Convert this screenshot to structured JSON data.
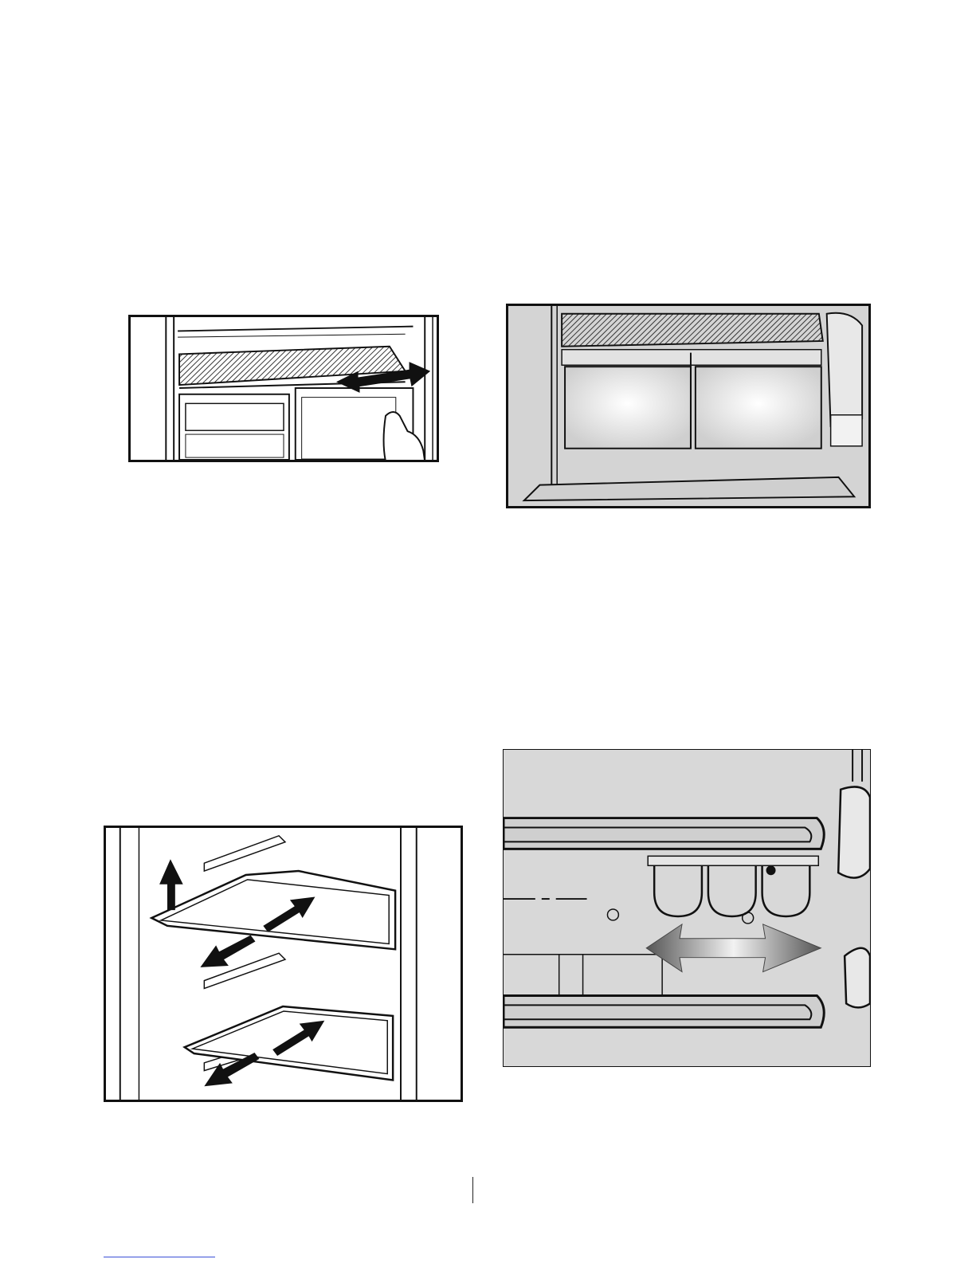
{
  "page": {
    "figures": [
      {
        "id": "fig-1",
        "icon": "slide-shelf-illustration",
        "arrow": "double-arrow-horizontal"
      },
      {
        "id": "fig-2",
        "icon": "crisper-drawers-illustration",
        "arrow": ""
      },
      {
        "id": "fig-3",
        "icon": "glass-shelves-illustration",
        "arrow": "pull-out-arrows"
      },
      {
        "id": "fig-4",
        "icon": "egg-holder-illustration",
        "arrow": "gradient-double-arrow"
      }
    ],
    "colors": {
      "outline": "#111111",
      "panel_gray": "#d4d4d4",
      "link_rule": "#3a4fd6"
    }
  }
}
